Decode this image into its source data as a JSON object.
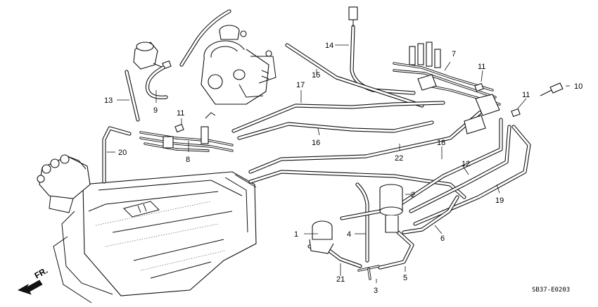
{
  "diagram": {
    "labels": [
      {
        "id": "1",
        "text": "1"
      },
      {
        "id": "2",
        "text": "2"
      },
      {
        "id": "3",
        "text": "3"
      },
      {
        "id": "4",
        "text": "4"
      },
      {
        "id": "5",
        "text": "5"
      },
      {
        "id": "6",
        "text": "6"
      },
      {
        "id": "7",
        "text": "7"
      },
      {
        "id": "8",
        "text": "8"
      },
      {
        "id": "9",
        "text": "9"
      },
      {
        "id": "10",
        "text": "10"
      },
      {
        "id": "11a",
        "text": "11"
      },
      {
        "id": "11b",
        "text": "11"
      },
      {
        "id": "11c",
        "text": "11"
      },
      {
        "id": "12",
        "text": "12"
      },
      {
        "id": "13",
        "text": "13"
      },
      {
        "id": "14",
        "text": "14"
      },
      {
        "id": "15",
        "text": "15"
      },
      {
        "id": "16",
        "text": "16"
      },
      {
        "id": "17",
        "text": "17"
      },
      {
        "id": "18",
        "text": "18"
      },
      {
        "id": "19",
        "text": "19"
      },
      {
        "id": "20",
        "text": "20"
      },
      {
        "id": "21",
        "text": "21"
      },
      {
        "id": "22",
        "text": "22"
      }
    ],
    "direction_label": "FR.",
    "drawing_code": "SB37-E0203"
  }
}
